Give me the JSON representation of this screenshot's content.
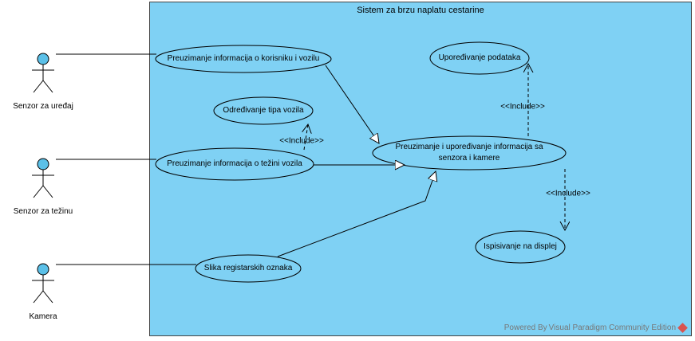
{
  "system": {
    "title": "Sistem za brzu naplatu cestarine"
  },
  "actors": [
    {
      "label": "Senzor za uređaj"
    },
    {
      "label": "Senzor za težinu"
    },
    {
      "label": "Kamera"
    }
  ],
  "use_cases": [
    {
      "label": "Preuzimanje informacija o korisniku i vozilu"
    },
    {
      "label": "Određivanje tipa vozila"
    },
    {
      "label": "Preuzimanje informacija o težini vozila"
    },
    {
      "label": "Slika registarskih oznaka"
    },
    {
      "label": "Upoređivanje podataka"
    },
    {
      "label": "Preuzimanje i upoređivanje informacija sa senzora i kamere"
    },
    {
      "label": "Ispisivanje na displej"
    }
  ],
  "relations": {
    "include_label": "<<Include>>"
  },
  "watermark": {
    "text": "Powered By Visual Paradigm Community Edition"
  },
  "colors": {
    "system_fill": "#7fd1f4",
    "use_case_fill": "#7fd1f4",
    "actor_head": "#5bc0e8",
    "line": "#000000"
  }
}
